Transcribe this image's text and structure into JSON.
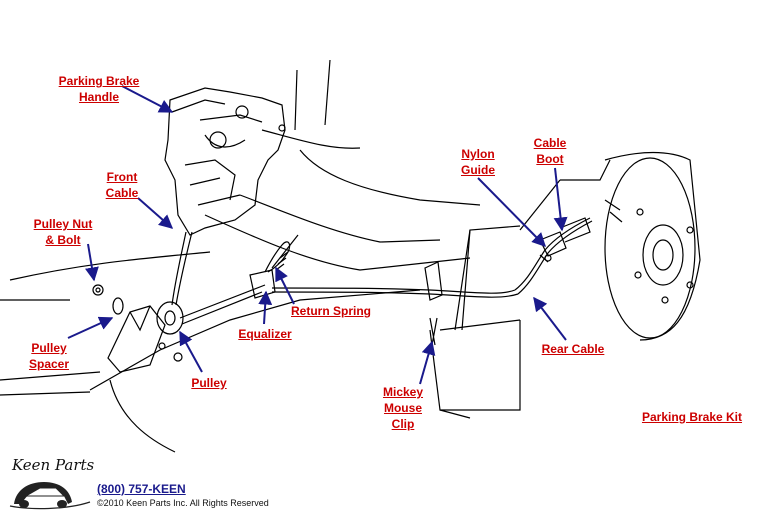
{
  "labels": {
    "parking_brake_handle": [
      "Parking Brake",
      "Handle"
    ],
    "front_cable": [
      "Front",
      "Cable"
    ],
    "pulley_nut_bolt": [
      "Pulley Nut",
      "& Bolt"
    ],
    "pulley_spacer": [
      "Pulley",
      "Spacer"
    ],
    "pulley": "Pulley",
    "equalizer": "Equalizer",
    "return_spring": "Return Spring",
    "nylon_guide": [
      "Nylon",
      "Guide"
    ],
    "cable_boot": [
      "Cable",
      "Boot"
    ],
    "rear_cable": "Rear Cable",
    "mickey_mouse_clip": [
      "Mickey",
      "Mouse",
      "Clip"
    ],
    "parking_brake_kit": "Parking Brake Kit"
  },
  "footer": {
    "logo_text": "Keen Parts",
    "phone": "(800) 757-KEEN",
    "copyright": "©2010 Keen Parts Inc. All Rights Reserved"
  },
  "colors": {
    "label": "#cc0000",
    "leader_arrow": "#1a1a8c",
    "line_art": "#000000"
  }
}
